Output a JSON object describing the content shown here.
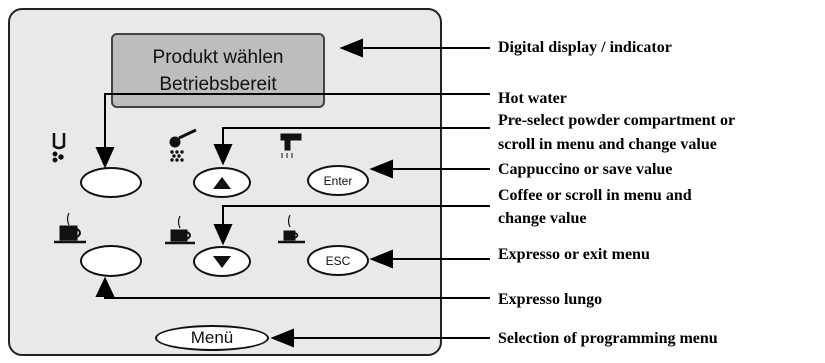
{
  "display": {
    "line1": "Produkt wählen",
    "line2": "Betriebsbereit"
  },
  "buttons": {
    "enter": "Enter",
    "esc": "ESC",
    "menu": "Menü"
  },
  "labels": {
    "display": "Digital display / indicator",
    "hot_water": "Hot water",
    "preselect_1": "Pre-select powder compartment or",
    "preselect_2": "scroll in menu and change value",
    "cappuccino": "Cappuccino or save value",
    "coffee_1": "Coffee or scroll in menu and",
    "coffee_2": "change value",
    "expresso": "Expresso or exit menu",
    "expresso_lungo": "Expresso lungo",
    "programming": "Selection of programming menu"
  },
  "icons": {
    "hot_water": "hot-water-icon",
    "powder": "powder-spoon-icon",
    "cappuccino": "cappuccino-nozzle-icon",
    "expresso_lungo": "large-cup-icon",
    "coffee": "cup-icon",
    "expresso": "small-cup-icon"
  }
}
